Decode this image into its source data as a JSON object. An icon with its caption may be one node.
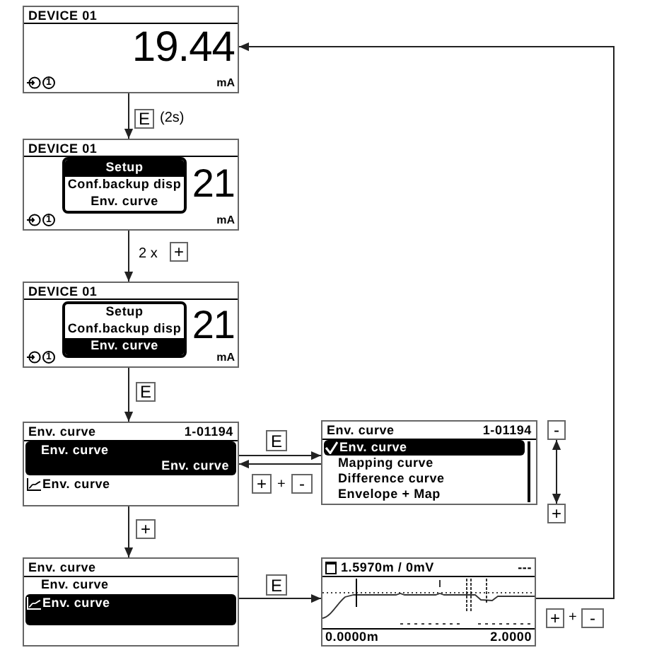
{
  "diagram": {
    "nodes": [
      {
        "text": [
          "DEVICE 01",
          "19.44",
          "1",
          "mA"
        ]
      },
      {
        "text": [
          "E"
        ],
        "beside": [
          "(2s)"
        ]
      },
      {
        "text": [
          "DEVICE 01",
          "21",
          "1",
          "mA"
        ]
      },
      {
        "text": [
          "Conf.backup disp",
          "Env. curve"
        ],
        "in": 2
      },
      {
        "text": [
          "Setup"
        ],
        "in": 3
      },
      {
        "text": [
          "+"
        ],
        "beside": [
          "2 x"
        ]
      },
      {
        "text": [
          "DEVICE 01",
          "21",
          "1",
          "mA"
        ]
      },
      {
        "text": [
          "Setup",
          "Conf.backup disp"
        ],
        "in": 6
      },
      {
        "text": [
          "Env. curve"
        ],
        "in": 7
      },
      {
        "text": [
          "E"
        ]
      },
      {
        "text": [
          "Env. curve",
          "1-01194",
          "Env. curve"
        ]
      },
      {
        "text": [
          "Env. curve",
          "Env. curve"
        ],
        "in": 10
      },
      {
        "text": [
          "E"
        ]
      },
      {
        "text": [
          "Env. curve",
          "1-01194",
          "Mapping curve",
          "Difference curve",
          "Envelope + Map"
        ]
      },
      {
        "text": [
          "Env. curve"
        ],
        "in": 13
      },
      {
        "text": [
          "-"
        ]
      },
      {
        "text": [
          "+"
        ]
      },
      {
        "text": [
          "+"
        ]
      },
      {
        "text": [
          "-"
        ]
      },
      {
        "text": [
          "+"
        ]
      },
      {
        "text": [
          "Env. curve",
          "Env. curve"
        ]
      },
      {
        "text": [
          "Env. curve"
        ],
        "in": 20
      },
      {
        "text": [
          "E"
        ]
      },
      {
        "text": [
          "1.5970m / 0mV",
          "---",
          "0.0000m",
          "2.0000"
        ]
      },
      {
        "text": [
          "+"
        ]
      },
      {
        "text": [
          "-"
        ]
      }
    ],
    "edges": [
      {
        "from": 0,
        "to": 2,
        "arrow": "to"
      },
      {
        "from": 2,
        "to": 6,
        "arrow": "to"
      },
      {
        "from": 6,
        "to": 10,
        "arrow": "to"
      },
      {
        "from": 10,
        "to": 13,
        "arrow": "to"
      },
      {
        "from": 13,
        "to": 10,
        "arrow": "to"
      },
      {
        "from": 15,
        "to": 16,
        "arrow": "both"
      },
      {
        "from": 10,
        "to": 20,
        "arrow": "to"
      },
      {
        "from": 20,
        "to": 23,
        "arrow": "to"
      },
      {
        "from": 23,
        "to": 0,
        "arrow": "to"
      }
    ],
    "labels": [
      "+",
      "+"
    ]
  }
}
